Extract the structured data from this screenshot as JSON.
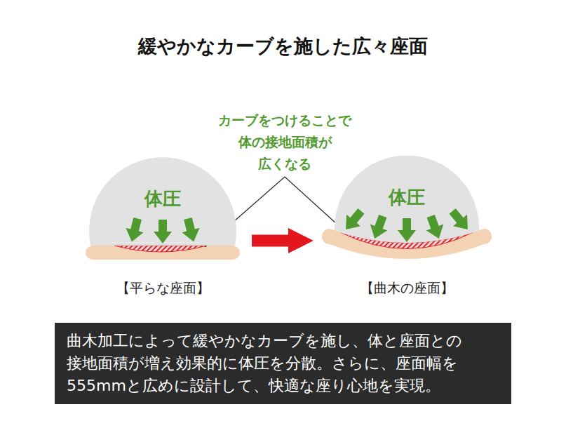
{
  "diagram": {
    "title": "緩やかなカーブを施した広々座面",
    "nodes": [
      {
        "text": [
          "体圧"
        ]
      },
      {
        "text": [
          "体圧"
        ]
      },
      {
        "text": [
          "曲木加工によって緩やかなカーブを施し、体と座面との 接地面積が増え効果的に体圧を分散。さらに、座面幅を 555mmと広めに設計して、快適な座り心地を実現。"
        ]
      }
    ],
    "edges": [
      {
        "from": 0,
        "to": 1,
        "arrow": "to"
      }
    ],
    "labels": [
      "カーブをつけることで 体の接地面積が 広くなる",
      "【平らな座面】",
      "【曲木の座面】"
    ]
  }
}
